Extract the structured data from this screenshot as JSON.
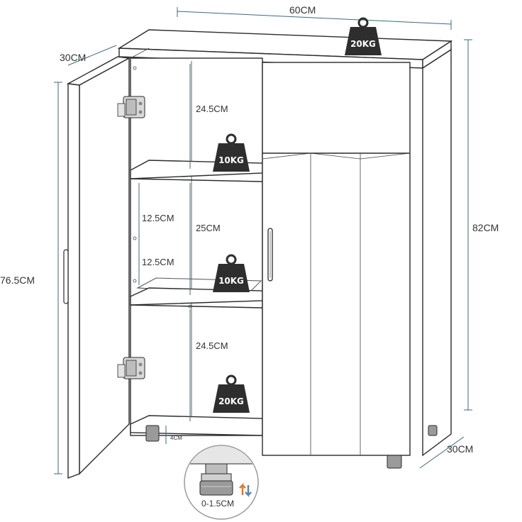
{
  "dimensions": {
    "width": "60CM",
    "depth_top": "30CM",
    "height_total": "82CM",
    "height_door": "76.5CM",
    "depth_bottom": "30CM",
    "compartment_top": "24.5CM",
    "compartment_middle": "25CM",
    "shelf_gap_upper": "12.5CM",
    "shelf_gap_lower": "12.5CM",
    "compartment_bottom": "24.5CM",
    "foot_height": "4CM",
    "foot_adjust": "0-1.5CM"
  },
  "weights": {
    "top": "20KG",
    "shelf_upper": "10KG",
    "shelf_middle": "10KG",
    "shelf_bottom": "20KG"
  },
  "colors": {
    "outline": "#2b2b2b",
    "dimension_line": "#3a6b7a",
    "weight_badge": "#2e2e2e",
    "adjust_arrow_up": "#e07a1f",
    "adjust_arrow_down": "#5a86b8"
  },
  "icons": [
    "weight-icon",
    "hinge-icon",
    "handle-icon",
    "adjust-arrow-icon",
    "foot-icon"
  ]
}
